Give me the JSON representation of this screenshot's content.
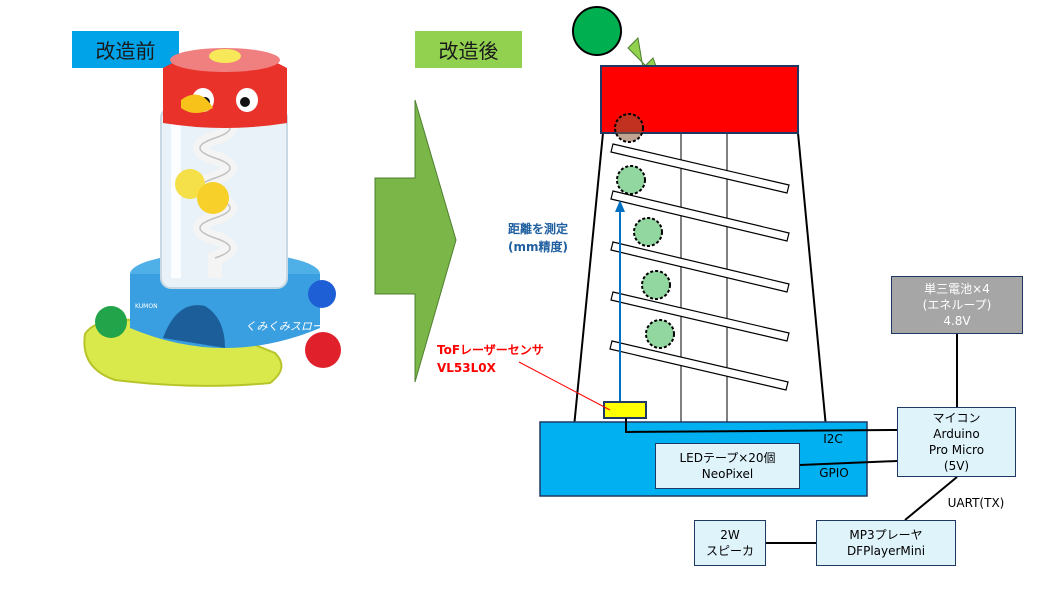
{
  "before_label": "改造前",
  "after_label": "改造後",
  "colors": {
    "before_bg": "#00a2e8",
    "after_bg": "#92d050",
    "base_blue": "#00b0f0",
    "cap_red": "#ff0000",
    "arrow_green": "#7ab648",
    "ball_green": "#00b050",
    "sensor_yellow": "#ffff00",
    "battery_gray": "#a6a6a6",
    "sensor_text_red": "#ff0000",
    "measure_blue": "#0070c0"
  },
  "annotations": {
    "distance_line1": "距離を測定",
    "distance_line2": "(mm精度)",
    "tof_line1": "ToFレーザーセンサ",
    "tof_line2": "VL53L0X"
  },
  "base": {
    "i2c_label": "I2C",
    "gpio_label": "GPIO"
  },
  "led": {
    "line1": "LEDテープ×20個",
    "line2": "NeoPixel"
  },
  "battery": {
    "line1": "単三電池×4",
    "line2": "(エネループ)",
    "line3": "4.8V"
  },
  "mcu": {
    "line1": "マイコン",
    "line2": "Arduino",
    "line3": "Pro Micro",
    "line4": "(5V)"
  },
  "uart_label": "UART(TX)",
  "speaker": {
    "line1": "2W",
    "line2": "スピーカ"
  },
  "mp3": {
    "line1": "MP3プレーヤ",
    "line2": "DFPlayerMini"
  },
  "toy_brand": "KUMON",
  "toy_name": "くみくみスロープ"
}
